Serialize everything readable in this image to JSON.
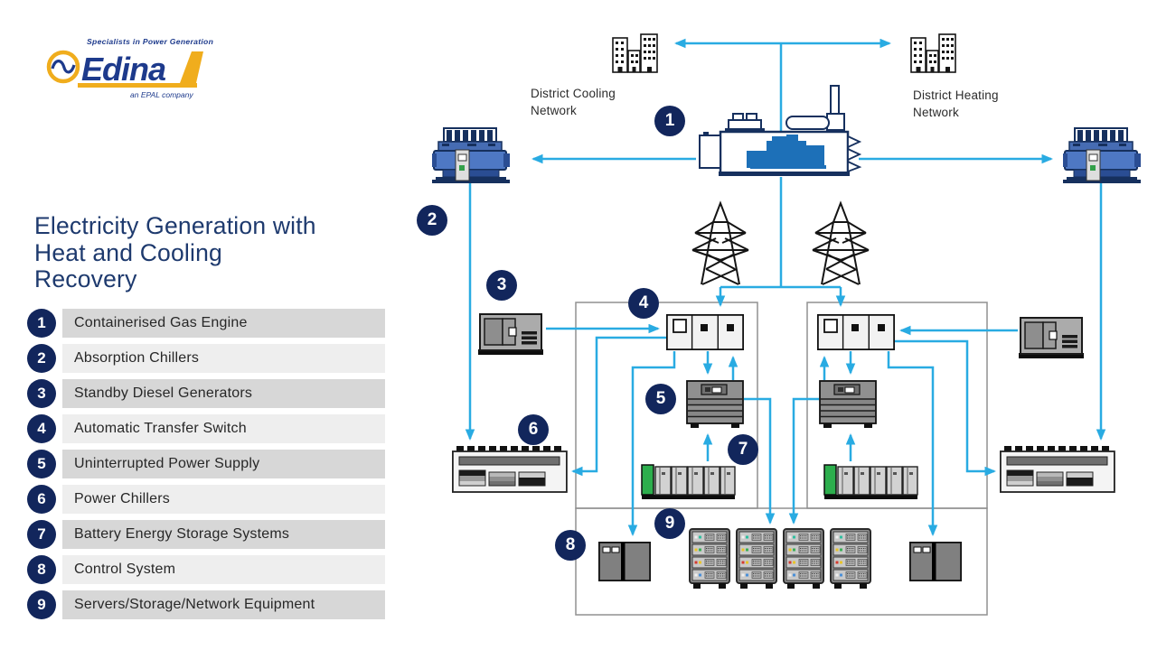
{
  "brand": {
    "tagline": "Specialists in Power Generation",
    "name": "Edina",
    "subtitle": "an EPAL company"
  },
  "title": "Electricity Generation with Heat and Cooling Recovery",
  "legend": {
    "items": [
      {
        "num": "1",
        "label": "Containerised Gas Engine"
      },
      {
        "num": "2",
        "label": "Absorption Chillers"
      },
      {
        "num": "3",
        "label": "Standby Diesel Generators"
      },
      {
        "num": "4",
        "label": "Automatic Transfer Switch"
      },
      {
        "num": "5",
        "label": "Uninterrupted Power Supply"
      },
      {
        "num": "6",
        "label": "Power Chillers"
      },
      {
        "num": "7",
        "label": "Battery Energy Storage Systems"
      },
      {
        "num": "8",
        "label": "Control System"
      },
      {
        "num": "9",
        "label": "Servers/Storage/Network Equipment"
      }
    ]
  },
  "diagram": {
    "labels": {
      "cooling": "District Cooling\nNetwork",
      "heating": "District Heating\nNetwork"
    },
    "badges": [
      "1",
      "2",
      "3",
      "4",
      "5",
      "6",
      "7",
      "8",
      "9"
    ],
    "colors": {
      "accent_line": "#29abe2",
      "badge_navy": "#12265c",
      "brand_navy": "#1d3a8c",
      "brand_yellow": "#f0ad1d",
      "battery_green": "#2dae4d",
      "equipment_blue": "#1d70b8",
      "title_navy": "#1e3a6e"
    }
  }
}
